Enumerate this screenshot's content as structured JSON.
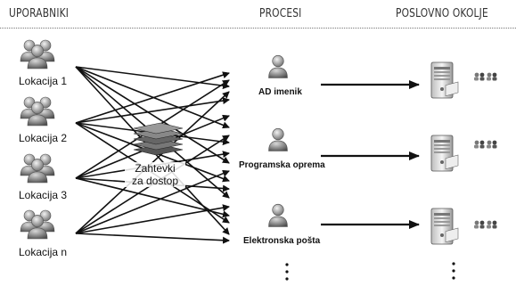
{
  "headers": {
    "users": "UPORABNIKI",
    "processes": "PROCESI",
    "business": "POSLOVNO OKOLJE"
  },
  "locations": [
    "Lokacija 1",
    "Lokacija 2",
    "Lokacija 3",
    "Lokacija n"
  ],
  "requests": {
    "line1": "Zahtevki",
    "line2": "za dostop"
  },
  "processes": [
    "AD imenik",
    "Programska oprema",
    "Elektronska pošta"
  ],
  "icons": {
    "location": "user-group-icon",
    "request_stack": "server-stack-icon",
    "process": "person-icon",
    "server": "server-tower-icon",
    "server_users": "user-group-icon"
  }
}
